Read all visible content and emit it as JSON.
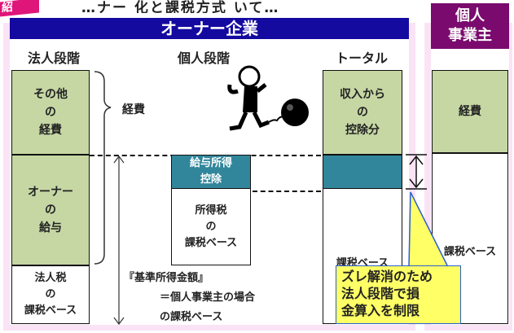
{
  "header": {
    "banner_label": "紹",
    "top_text": "…ナー 化と課税方式 いて…",
    "owner_company": "オーナー企業",
    "sole_proprietor": "個人\n事業主"
  },
  "columns": {
    "corporate": "法人段階",
    "personal": "個人段階",
    "total": "トータル"
  },
  "corporate_col": {
    "other_expenses": "その他\nの\n経費",
    "owner_salary": "オーナー\nの\n給与",
    "corp_tax_base": "法人税\nの\n課税ベース"
  },
  "annotations": {
    "expenses": "経費",
    "standard_income": "『基準所得金額』",
    "standard_income_note": "＝個人事業主の場合\nの課税ベース"
  },
  "personal_col": {
    "salary_deduction": "給与所得\n控除",
    "income_tax_base": "所得税\nの\n課税ベース"
  },
  "total_col": {
    "deduction_from_income": "収入から\nの\n控除分",
    "tax_base": "課税ベース"
  },
  "sole_col": {
    "expenses": "経費",
    "tax_base": "課税ベース"
  },
  "callout": {
    "text": "ズレ解消のため\n法人段階で損\n金算入を制限"
  },
  "colors": {
    "header_blue": "#140aa0",
    "header_purple": "#7a0a6e",
    "green": "#c6d7a4",
    "teal": "#31869b",
    "callout_bg": "#ffff66",
    "frame_pink": "#fbe3f6"
  },
  "icons": [
    "prisoner-ball-and-chain-icon"
  ]
}
